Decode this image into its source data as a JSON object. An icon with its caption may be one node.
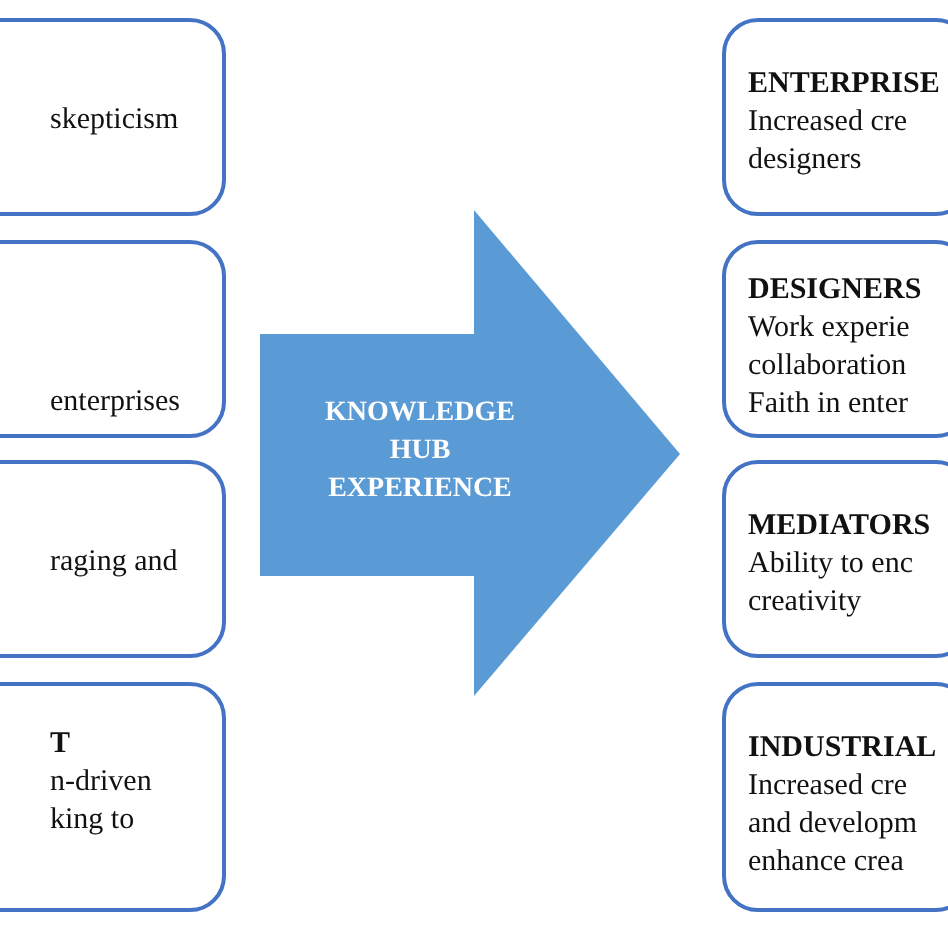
{
  "diagram": {
    "nodes": [
      {
        "text": [
          "skepticism"
        ]
      },
      {
        "text": [
          "enterprises"
        ]
      },
      {
        "text": [
          "raging and"
        ]
      },
      {
        "text": [
          "T",
          "n-driven king to"
        ]
      },
      {
        "text": [
          "KNOWLEDGE HUB EXPERIENCE"
        ]
      },
      {
        "text": [
          "ENTERPRISE",
          "Increased cre designers"
        ]
      },
      {
        "text": [
          "DESIGNERS",
          "Work experie collaboration Faith in enter"
        ]
      },
      {
        "text": [
          "MEDIATORS",
          "Ability to enc creativity"
        ]
      },
      {
        "text": [
          "INDUSTRIAL",
          "Increased cre and developm enhance crea"
        ]
      }
    ]
  }
}
